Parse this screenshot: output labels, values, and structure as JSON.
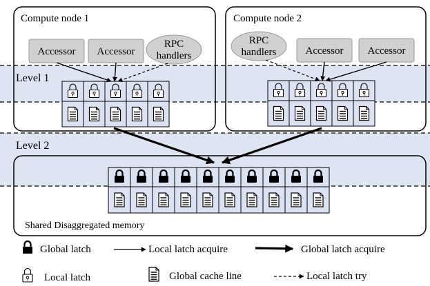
{
  "nodes": {
    "node1": {
      "title": "Compute node 1",
      "accessor_a": "Accessor",
      "accessor_b": "Accessor",
      "rpc_line1": "RPC",
      "rpc_line2": "handlers"
    },
    "node2": {
      "title": "Compute node 2",
      "rpc_line1": "RPC",
      "rpc_line2": "handlers",
      "accessor_a": "Accessor",
      "accessor_b": "Accessor"
    }
  },
  "levels": {
    "level1": "Level 1",
    "level2": "Level 2"
  },
  "memory": {
    "label": "Shared Disaggregated memory"
  },
  "legend": {
    "global_latch": "Global latch",
    "local_latch": "Local latch",
    "global_cache_line": "Global cache line",
    "local_latch_acquire": "Local latch acquire",
    "global_latch_acquire": "Global latch acquire",
    "local_latch_try": "Local latch try"
  },
  "colors": {
    "band": "#dde4f2",
    "accessor_fill": "#d0d0d0",
    "cell_fill": "#dbe3f3"
  },
  "icons": {
    "global_latch": "closed-padlock-icon",
    "local_latch": "open-padlock-icon",
    "cache_line": "document-icon"
  }
}
